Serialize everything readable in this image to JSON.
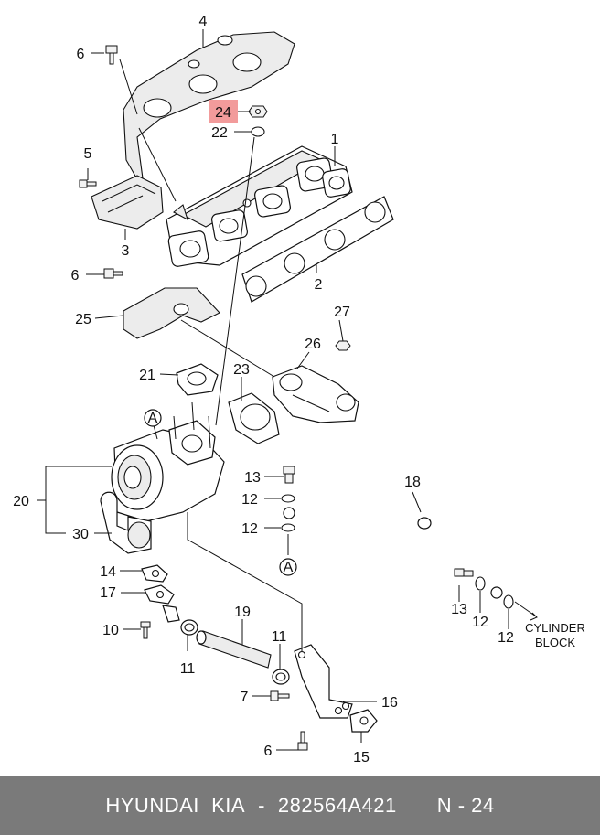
{
  "callouts": {
    "n1": "1",
    "n2": "2",
    "n3": "3",
    "n4": "4",
    "n5": "5",
    "n6a": "6",
    "n6b": "6",
    "n6c": "6",
    "n7": "7",
    "n10": "10",
    "n11a": "11",
    "n11b": "11",
    "n12a": "12",
    "n12b": "12",
    "n12c": "12",
    "n12d": "12",
    "n13a": "13",
    "n13b": "13",
    "n14": "14",
    "n15": "15",
    "n16": "16",
    "n17": "17",
    "n18": "18",
    "n19": "19",
    "n20": "20",
    "n21": "21",
    "n22": "22",
    "n23": "23",
    "n24": "24",
    "n25": "25",
    "n26": "26",
    "n27": "27",
    "n30": "30",
    "refA1": "A",
    "refA2": "A"
  },
  "highlight": {
    "part": "24",
    "color": "#f29b9b"
  },
  "note": {
    "line1": "CYLINDER",
    "line2": "BLOCK"
  },
  "footer": {
    "brand": "HYUNDAI  KIA",
    "sep": "-",
    "part_number": "282564A421",
    "position": "N - 24"
  },
  "colors": {
    "footer_bg": "#7a7a7a",
    "footer_text": "#ffffff"
  }
}
